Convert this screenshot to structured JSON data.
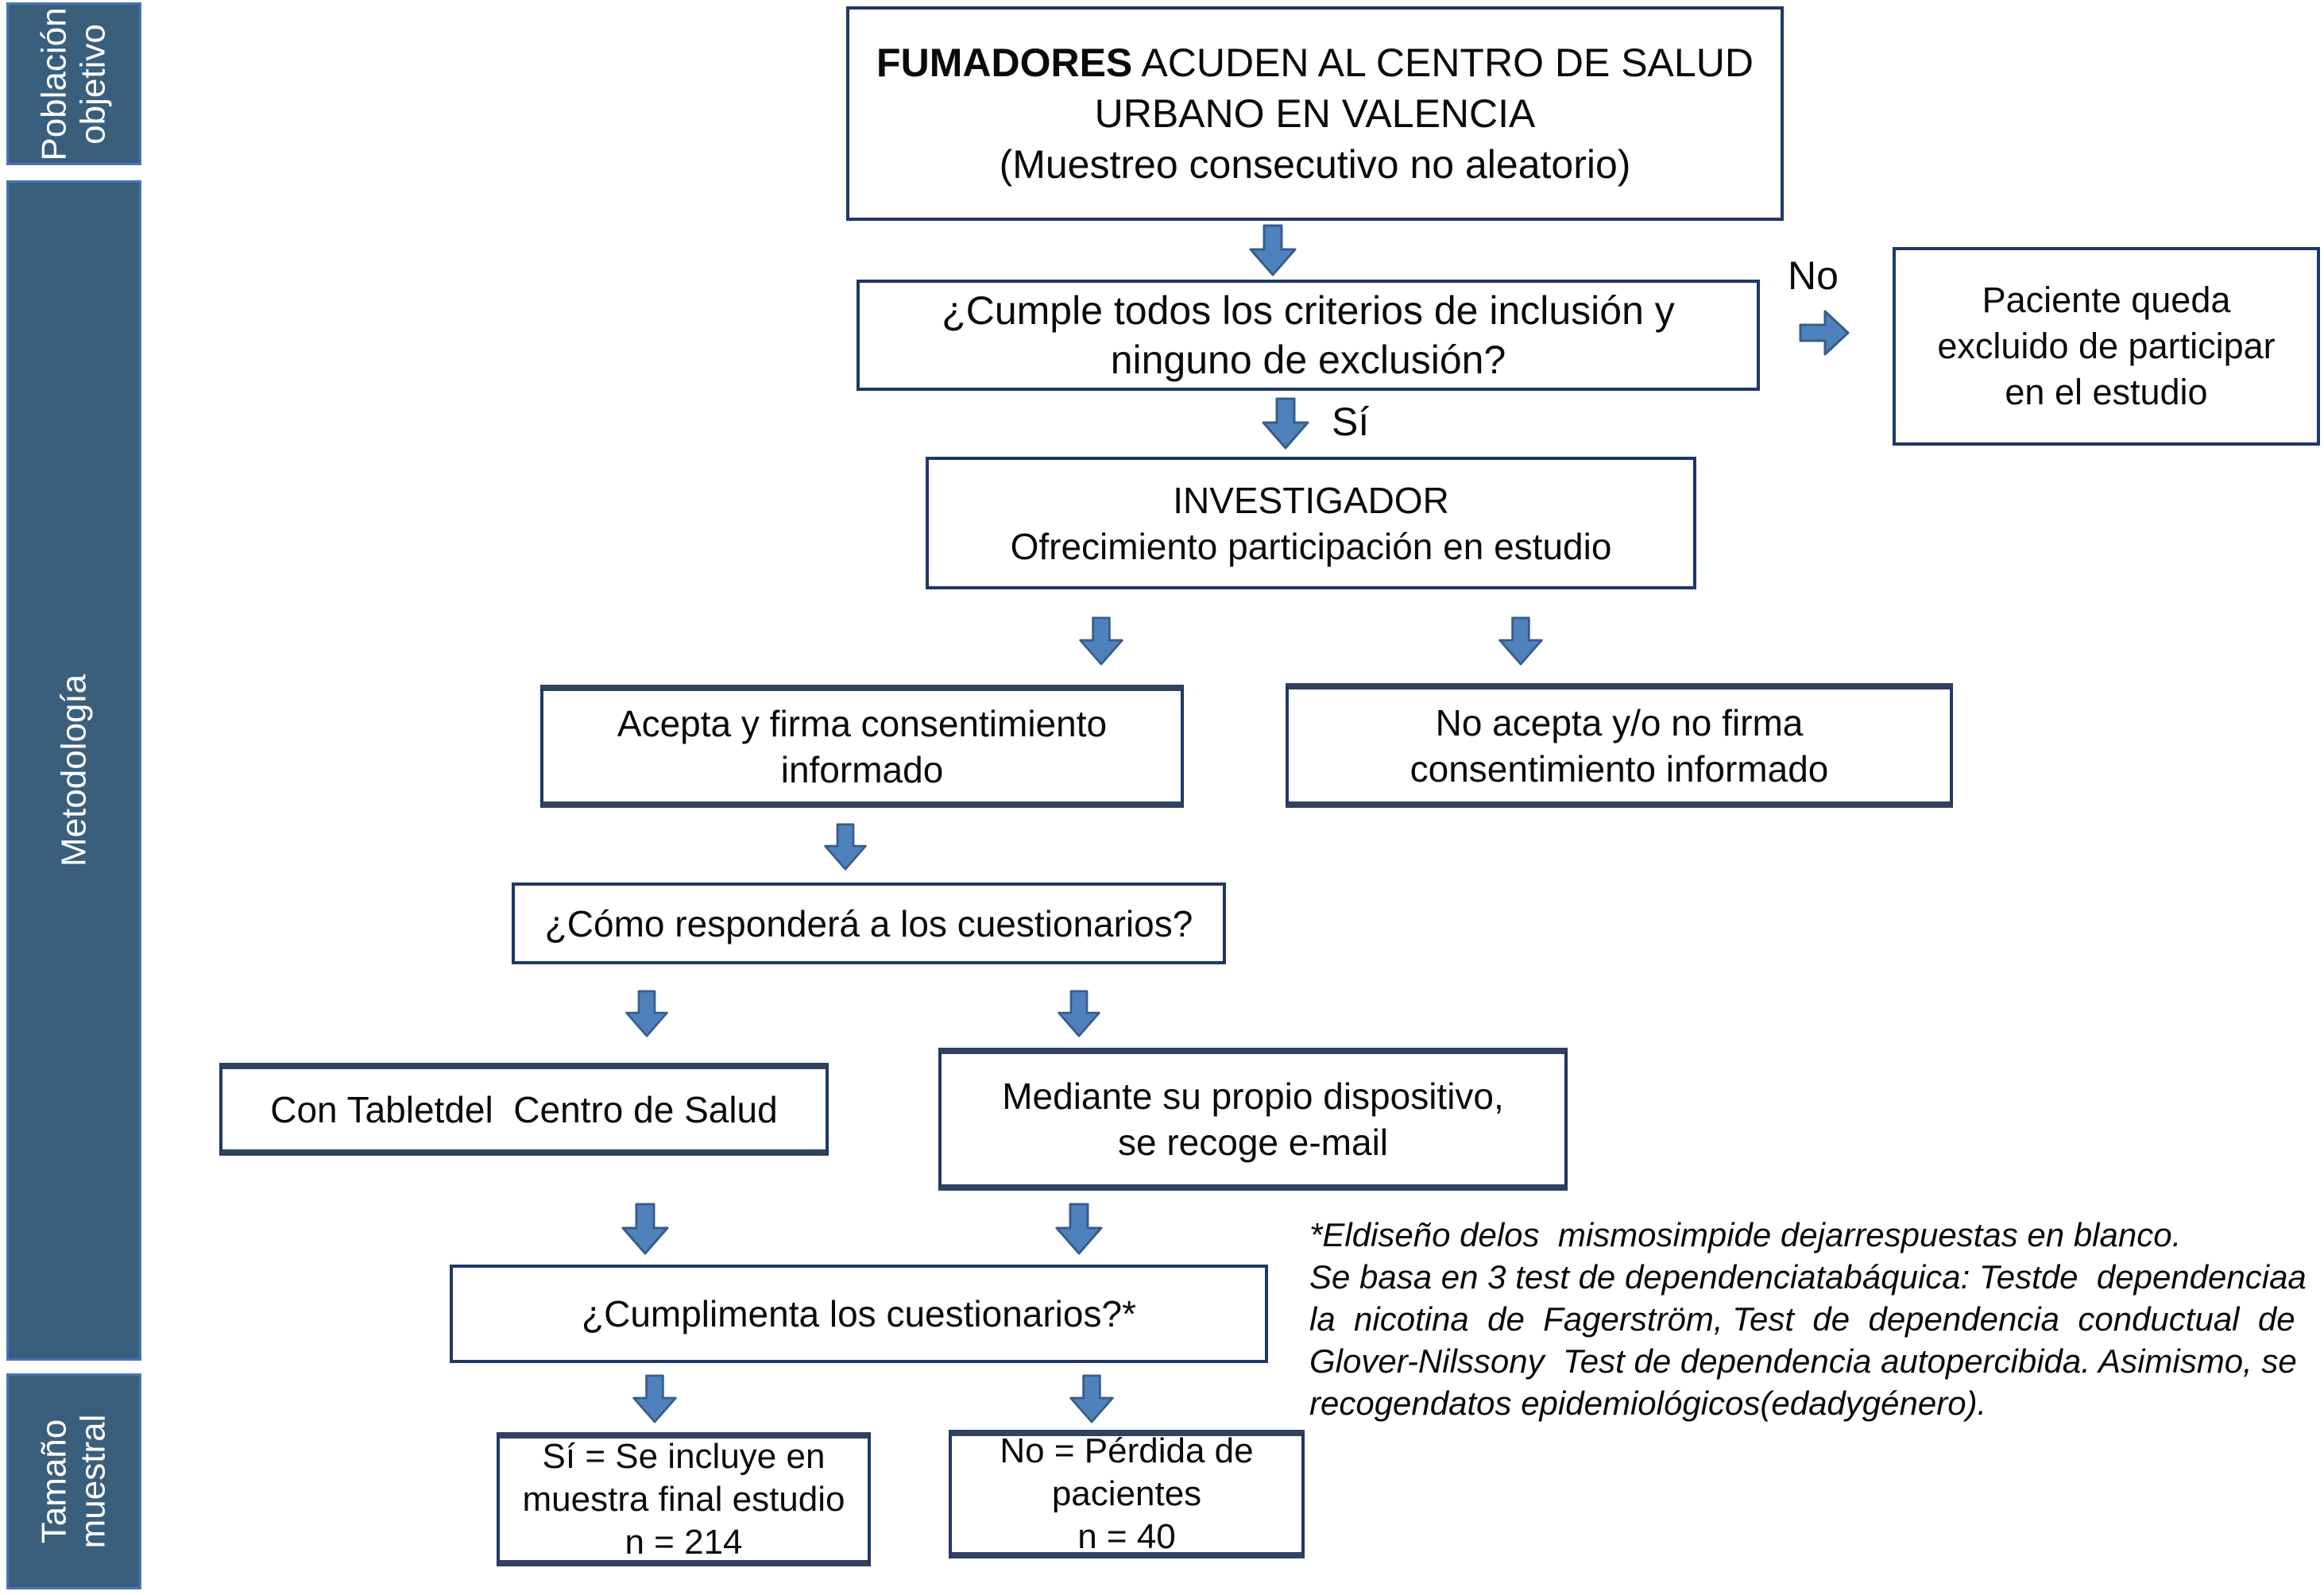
{
  "colors": {
    "background": "#FFFFFF",
    "box_border": "#1F3864",
    "box_fill": "#FFFFFF",
    "text": "#0A0A0A",
    "arrow_fill": "#4F81BD",
    "arrow_stroke": "#385D8A",
    "panel_fill": "#3A5F7D",
    "panel_border": "#4874B8",
    "panel_text": "#FFFFFF"
  },
  "sidebar": {
    "sections": [
      {
        "id": "poblacion-objetivo",
        "label": "Población\nobjetivo"
      },
      {
        "id": "metodologia",
        "label": "Metodología"
      },
      {
        "id": "tamano-muestral",
        "label": "Tamaño\nmuestral"
      }
    ]
  },
  "flowchart": {
    "population_box": {
      "bold": "FUMADORES",
      "line1_rest": " ACUDEN AL CENTRO DE SALUD",
      "line2": "URBANO EN VALENCIA",
      "line3": "(Muestreo consecutivo no aleatorio)"
    },
    "criteria_box": {
      "line1": "¿Cumple todos los criterios de inclusión y",
      "line2": "ninguno de exclusión?"
    },
    "no_label": "No",
    "yes_label": "Sí",
    "excluded_box": {
      "line1": "Paciente queda",
      "line2": "excluido de participar",
      "line3": "en el estudio"
    },
    "investigator_box": {
      "line1": "INVESTIGADOR",
      "line2": "Ofrecimiento participación en estudio"
    },
    "accept_box": {
      "line1": "Acepta y firma consentimiento",
      "line2": "informado"
    },
    "decline_box": {
      "line1": "No acepta y/o no firma",
      "line2": "consentimiento informado"
    },
    "how_box": {
      "line1": "¿Cómo responderá a los cuestionarios?"
    },
    "tablet_box": {
      "line1": "Con Tabletdel  Centro de Salud"
    },
    "device_box": {
      "line1": "Mediante su propio dispositivo,",
      "line2": "se recoge e-mail"
    },
    "complete_box": {
      "line1": "¿Cumplimenta los cuestionarios?*"
    },
    "included_box": {
      "line1": "Sí = Se incluye en",
      "line2": "muestra final estudio",
      "line3": "n = 214"
    },
    "lost_box": {
      "line1": "No = Pérdida de",
      "line2": "pacientes",
      "line3": "n = 40"
    }
  },
  "footnote": {
    "lines": [
      "*Eldiseño delos  mismosimpide dejarrespuestas en blanco.",
      "Se basa en 3 test de dependenciatabáquica: Testde  dependenciaa",
      "la  nicotina  de  Fagerström, Test  de  dependencia  conductual  de",
      "Glover-Nilssony  Test de dependencia autopercibida. Asimismo, se",
      "recogendatos epidemiológicos(edadygénero)."
    ]
  }
}
